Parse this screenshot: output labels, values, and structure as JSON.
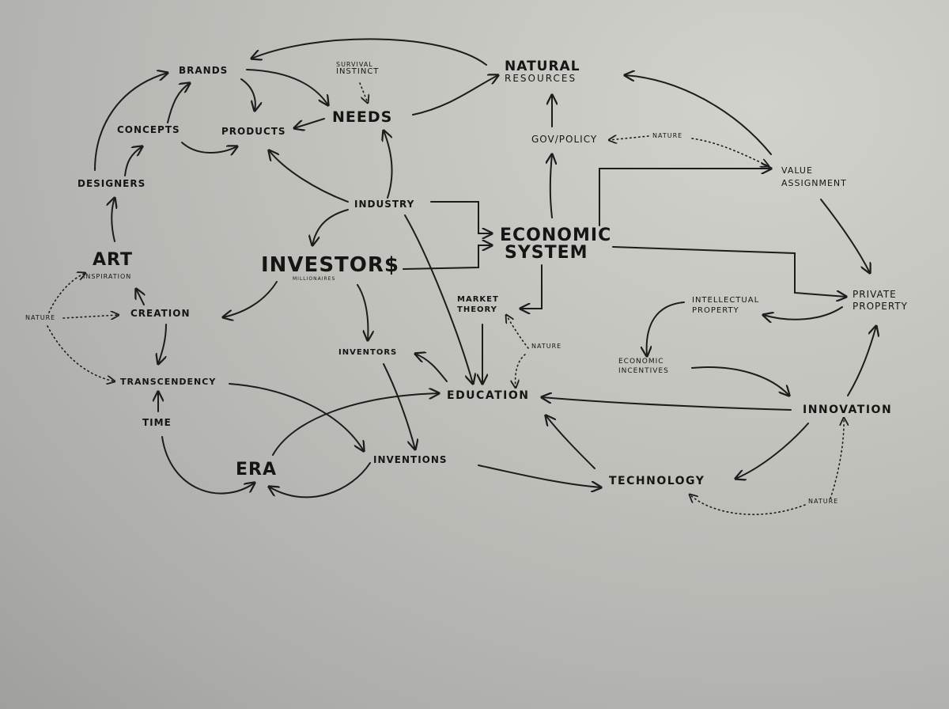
{
  "nodes": {
    "brands": "BRANDS",
    "survival_instinct": [
      "SURVIVAL",
      "INSTINCT"
    ],
    "natural_resources": [
      "NATURAL",
      "RESOURCES"
    ],
    "concepts": "CONCEPTS",
    "products": "PRODUCTS",
    "needs": "NEEDS",
    "gov_policy": "GOV/POLICY",
    "nature_1": "NATURE",
    "value_assignment": [
      "VALUE",
      "ASSIGNMENT"
    ],
    "designers": "DESIGNERS",
    "industry": "INDUSTRY",
    "economic_system": [
      "ECONOMIC",
      "SYSTEM"
    ],
    "art": "ART",
    "inspiration": "INSPIRATION",
    "investors": "INVESTOR$",
    "millionaires": "MILLIONAIRES",
    "nature_2": "NATURE",
    "creation": "CREATION",
    "market_theory": [
      "MARKET",
      "THEORY"
    ],
    "intellectual_property": [
      "INTELLECTUAL",
      "PROPERTY"
    ],
    "private_property": [
      "PRIVATE",
      "PROPERTY"
    ],
    "nature_3": "NATURE",
    "inventors": "INVENTORS",
    "economic_incentives": [
      "ECONOMIC",
      "INCENTIVES"
    ],
    "transcendency": "TRANSCENDENCY",
    "education": "EDUCATION",
    "innovation": "INNOVATION",
    "time": "TIME",
    "era": "ERA",
    "inventions": "INVENTIONS",
    "technology": "TECHNOLOGY",
    "nature_4": "NATURE"
  },
  "colors": {
    "ink": "#1c1c1c",
    "paper": "#c2c2bd"
  }
}
